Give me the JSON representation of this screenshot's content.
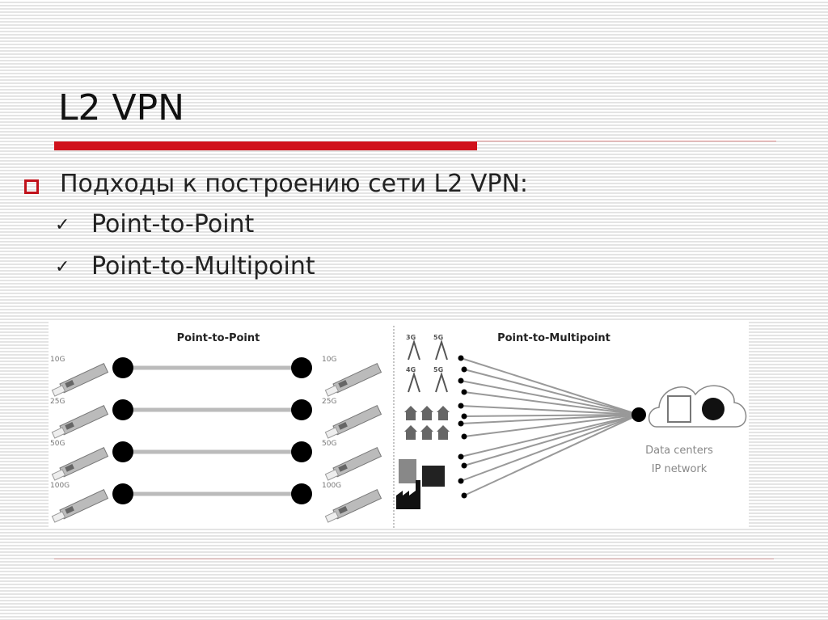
{
  "slide": {
    "title": "L2 VPN",
    "bullet": "Подходы к построению сети L2 VPN:",
    "sub_items": [
      "Point-to-Point",
      "Point-to-Multipoint"
    ],
    "accent_color": "#d0121b"
  },
  "diagram": {
    "p2p": {
      "title": "Point-to-Point",
      "speeds": [
        "10G",
        "25G",
        "50G",
        "100G"
      ]
    },
    "p2mp": {
      "title": "Point-to-Multipoint",
      "tower_labels": [
        "3G",
        "5G",
        "4G",
        "5G"
      ],
      "endpoint_count": 12,
      "destination_lines": [
        "Data centers",
        "IP network"
      ]
    }
  }
}
